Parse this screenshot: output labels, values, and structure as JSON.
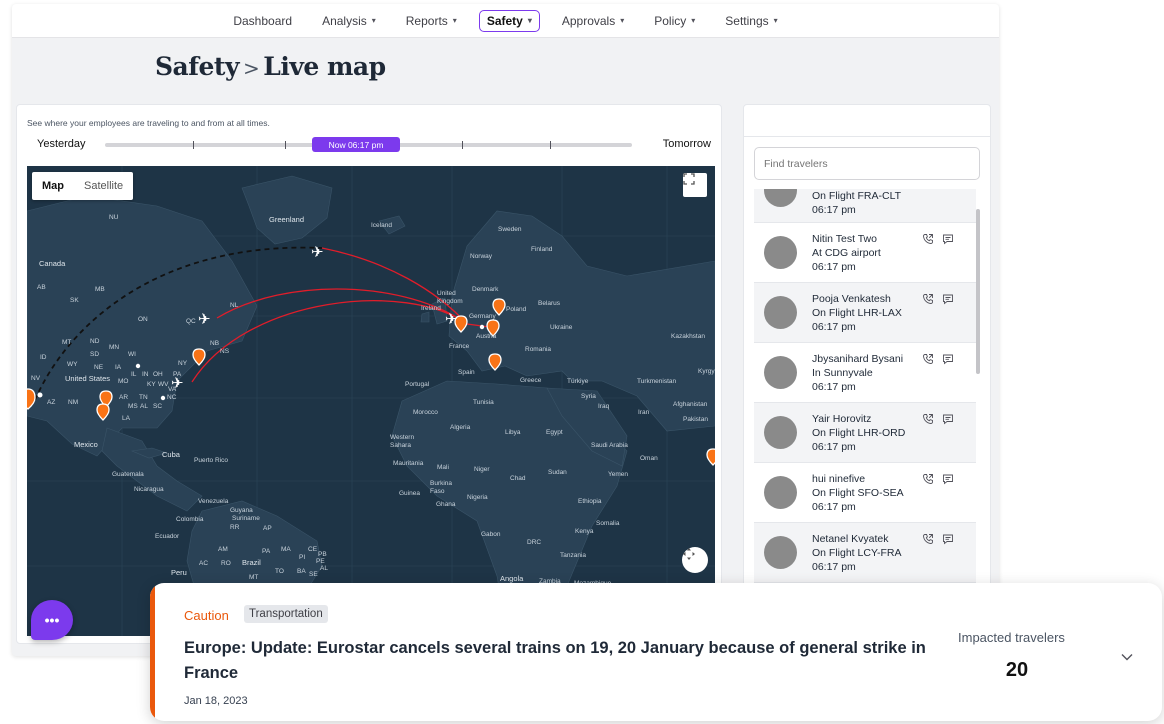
{
  "nav": {
    "items": [
      {
        "label": "Dashboard",
        "has_menu": false
      },
      {
        "label": "Analysis",
        "has_menu": true
      },
      {
        "label": "Reports",
        "has_menu": true
      },
      {
        "label": "Safety",
        "has_menu": true,
        "active": true
      },
      {
        "label": "Approvals",
        "has_menu": true
      },
      {
        "label": "Policy",
        "has_menu": true
      },
      {
        "label": "Settings",
        "has_menu": true
      }
    ]
  },
  "page": {
    "title_main": "Safety",
    "title_sep": ">",
    "title_sub": "Live map"
  },
  "map_card": {
    "description": "See where your employees are traveling to and from at all times.",
    "timeline_start": "Yesterday",
    "timeline_end": "Tomorrow",
    "timeline_now": "Now 06:17 pm",
    "map_type_options": [
      "Map",
      "Satellite"
    ],
    "map_type_selected": "Map"
  },
  "map_labels": {
    "greenland": "Greenland",
    "iceland": "Iceland",
    "sweden": "Sweden",
    "finland": "Finland",
    "norway": "Norway",
    "canada": "Canada",
    "nu": "NU",
    "ab": "AB",
    "sk": "SK",
    "mb": "MB",
    "on": "ON",
    "qc": "QC",
    "nl": "NL",
    "nb": "NB",
    "ns": "NS",
    "mt": "MT",
    "nd": "ND",
    "sd": "SD",
    "mn": "MN",
    "wi": "WI",
    "id": "ID",
    "wy": "WY",
    "ne": "NE",
    "ia": "IA",
    "ny": "NY",
    "pa": "PA",
    "nv": "NV",
    "united_states": "United States",
    "mo": "MO",
    "il": "IL",
    "in": "IN",
    "oh": "OH",
    "ky": "KY",
    "wv": "WV",
    "va": "VA",
    "az": "AZ",
    "nm": "NM",
    "ar": "AR",
    "tn": "TN",
    "nc": "NC",
    "ms": "MS",
    "al": "AL",
    "sc": "SC",
    "la": "LA",
    "united_kingdom": "United Kingdom",
    "denmark": "Denmark",
    "ireland": "Ireland",
    "belarus": "Belarus",
    "poland": "Poland",
    "germany": "Germany",
    "ukraine": "Ukraine",
    "austria": "Austria",
    "kazakhstan": "Kazakhstan",
    "france": "France",
    "romania": "Romania",
    "kyrgyz": "Kyrgy",
    "spain": "Spain",
    "portugal": "Portugal",
    "greece": "Greece",
    "turkiye": "Türkiye",
    "turkmenistan": "Turkmenistan",
    "syria": "Syria",
    "iraq": "Iraq",
    "iran": "Iran",
    "afghanistan": "Afghanistan",
    "tunisia": "Tunisia",
    "morocco": "Morocco",
    "pakistan": "Pakistan",
    "algeria": "Algeria",
    "libya": "Libya",
    "egypt": "Egypt",
    "western_sahara": "Western Sahara",
    "saudi_arabia": "Saudi Arabia",
    "oman": "Oman",
    "mexico": "Mexico",
    "cuba": "Cuba",
    "puerto_rico": "Puerto Rico",
    "mauritania": "Mauritania",
    "mali": "Mali",
    "niger": "Niger",
    "sudan": "Sudan",
    "chad": "Chad",
    "yemen": "Yemen",
    "guatemala": "Guatemala",
    "nicaragua": "Nicaragua",
    "burkina_faso": "Burkina Faso",
    "guinea": "Guinea",
    "nigeria": "Nigeria",
    "ghana": "Ghana",
    "ethiopia": "Ethiopia",
    "venezuela": "Venezuela",
    "guyana": "Guyana",
    "suriname": "Suriname",
    "colombia": "Colombia",
    "rr": "RR",
    "ap": "AP",
    "somalia": "Somalia",
    "kenya": "Kenya",
    "ecuador": "Ecuador",
    "gabon": "Gabon",
    "drc": "DRC",
    "tanzania": "Tanzania",
    "am": "AM",
    "pa_br": "PA",
    "ma": "MA",
    "ce": "CE",
    "pi": "PI",
    "pb": "PB",
    "pe": "PE",
    "al_br": "AL",
    "brazil": "Brazil",
    "peru": "Peru",
    "ac": "AC",
    "ro": "RO",
    "mt_br": "MT",
    "to": "TO",
    "ba": "BA",
    "se": "SE",
    "angola": "Angola",
    "zambia": "Zambia",
    "mozambique": "Mozambique"
  },
  "travelers_panel": {
    "search_placeholder": "Find travelers",
    "travelers": [
      {
        "name": "",
        "status": "On Flight FRA-CLT",
        "time": "06:17 pm",
        "shaded": true,
        "show_actions": false
      },
      {
        "name": "Nitin Test Two",
        "status": "At CDG airport",
        "time": "06:17 pm",
        "shaded": false,
        "show_actions": true
      },
      {
        "name": "Pooja Venkatesh",
        "status": "On Flight LHR-LAX",
        "time": "06:17 pm",
        "shaded": true,
        "show_actions": true
      },
      {
        "name": "Jbysanihard Bysani",
        "status": "In Sunnyvale",
        "time": "06:17 pm",
        "shaded": false,
        "show_actions": true
      },
      {
        "name": "Yair Horovitz",
        "status": "On Flight LHR-ORD",
        "time": "06:17 pm",
        "shaded": true,
        "show_actions": true
      },
      {
        "name": "hui ninefive",
        "status": "On Flight SFO-SEA",
        "time": "06:17 pm",
        "shaded": false,
        "show_actions": true
      },
      {
        "name": "Netanel Kvyatek",
        "status": "On Flight LCY-FRA",
        "time": "06:17 pm",
        "shaded": true,
        "show_actions": true
      }
    ]
  },
  "alert": {
    "severity": "Caution",
    "category": "Transportation",
    "title": "Europe: Update: Eurostar cancels several trains on 19, 20 January because of general strike in France",
    "date": "Jan 18, 2023",
    "impacted_label": "Impacted travelers",
    "impacted_count": "20"
  },
  "colors": {
    "accent": "#7c3aed",
    "caution": "#ea580c",
    "map_sea": "#1e3446",
    "map_land": "#2a4256",
    "flight_arc": "#e11d2a",
    "pin": "#f97316"
  }
}
